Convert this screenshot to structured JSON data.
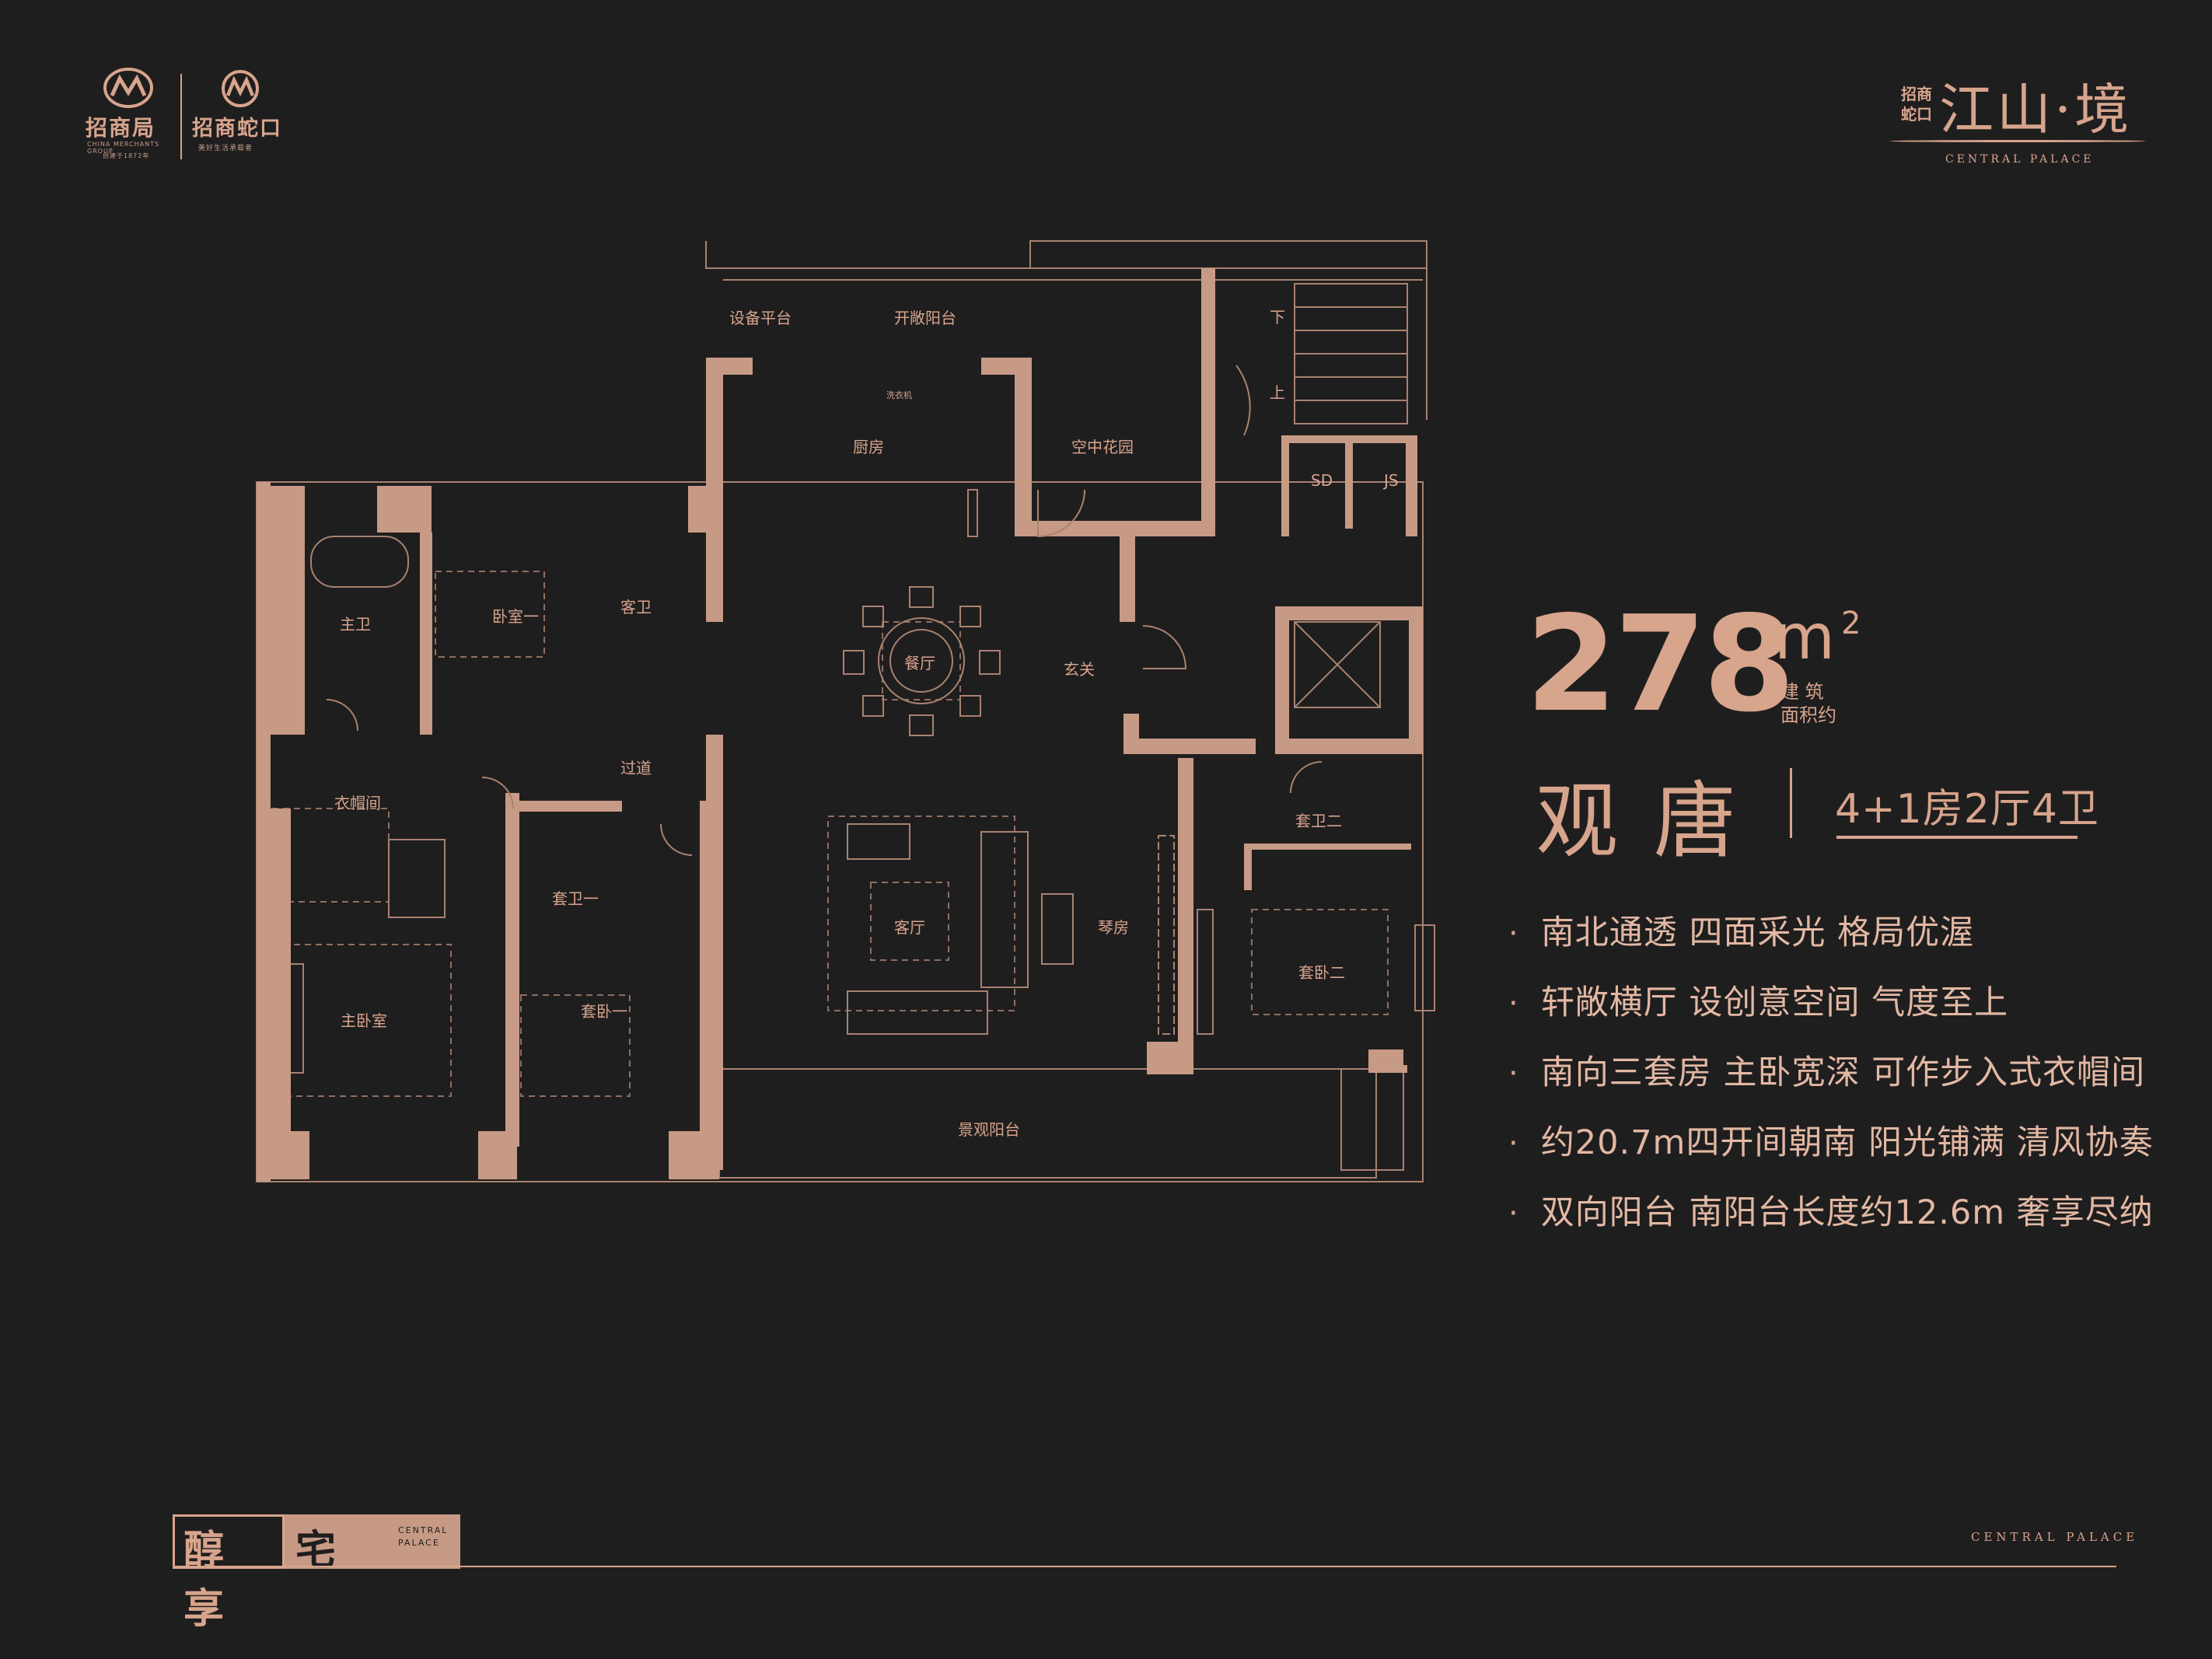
{
  "brand": {
    "logo_left": {
      "name": "招商局",
      "sub": "CHINA MERCHANTS GROUP",
      "sub2": "创建于1872年"
    },
    "logo_right": {
      "name": "招商蛇口",
      "sub": "美好生活承载者"
    },
    "project": {
      "prefix_top": "招商",
      "prefix_bottom": "蛇口",
      "name": "江山·境",
      "english": "CENTRAL PALACE"
    }
  },
  "unit_info": {
    "area": "278",
    "area_unit": "m",
    "area_unit_sup": "2",
    "area_note_line1": "建 筑",
    "area_note_line2": "面积约",
    "type_name": "观 唐",
    "layout": "4+1房2厅4卫"
  },
  "features": [
    "南北通透 四面采光 格局优渥",
    "轩敞横厅 设创意空间 气度至上",
    "南向三套房 主卧宽深 可作步入式衣帽间",
    "约20.7m四开间朝南 阳光铺满 清风协奏",
    "双向阳台 南阳台长度约12.6m 奢享尽纳"
  ],
  "bullet_glyph": "·",
  "rooms": {
    "equipment": "设备平台",
    "open_balcony": "开敞阳台",
    "washer": "洗衣机",
    "kitchen": "厨房",
    "sky_garden": "空中花园",
    "down": "下",
    "up": "上",
    "sd": "SD",
    "js": "JS",
    "master_bath": "主卫",
    "bedroom1": "卧室一",
    "guest_bath": "客卫",
    "dining": "餐厅",
    "foyer": "玄关",
    "corridor": "过道",
    "closet": "衣帽间",
    "suite_bath1": "套卫一",
    "suite_bath2": "套卫二",
    "living": "客厅",
    "piano": "琴房",
    "master_bed": "主卧室",
    "suite_bed1": "套卧一",
    "suite_bed2": "套卧二",
    "view_balcony": "景观阳台"
  },
  "footer": {
    "slogan_a": "醇享",
    "slogan_b": "宅境",
    "small_en_1": "CENTRAL",
    "small_en_2": "PALACE",
    "right_en": "CENTRAL PALACE"
  },
  "colors": {
    "background": "#1f1e1f",
    "accent": "#d7a48c",
    "wall_fill": "#c79a85",
    "text_light": "#e2b8a3"
  }
}
